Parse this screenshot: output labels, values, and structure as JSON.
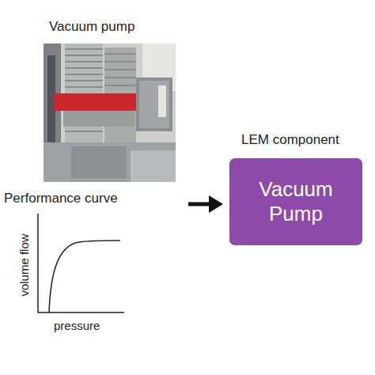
{
  "diagram": {
    "nodes": [
      {
        "text": [
          "LEM component",
          "Vacuum Pump"
        ]
      }
    ],
    "labels": [
      "Vacuum pump",
      "Performance curve",
      "volume flow",
      "pressure"
    ]
  }
}
